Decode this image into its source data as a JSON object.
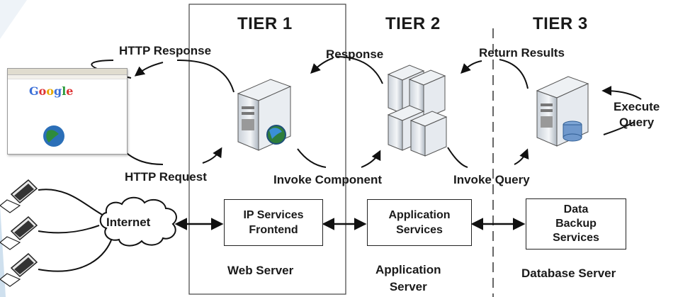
{
  "tiers": {
    "tier1": "TIER 1",
    "tier2": "TIER 2",
    "tier3": "TIER 3"
  },
  "flows": {
    "http_response": "HTTP Response",
    "http_request": "HTTP Request",
    "response": "Response",
    "invoke_component": "Invoke Component",
    "return_results": "Return Results",
    "invoke_query": "Invoke Query",
    "execute_query": "Execute\nQuery"
  },
  "boxes": {
    "internet": "Internet",
    "ip_services": "IP Services\nFrontend",
    "app_services": "Application\nServices",
    "data_backup": "Data\nBackup\nServices"
  },
  "server_labels": {
    "web": "Web Server",
    "app": "Application\nServer",
    "db": "Database Server"
  },
  "browser": {
    "logo": "Google"
  },
  "colors": {
    "line": "#111111",
    "server": "#dfe4ea",
    "accent": "#2f6fb0"
  }
}
